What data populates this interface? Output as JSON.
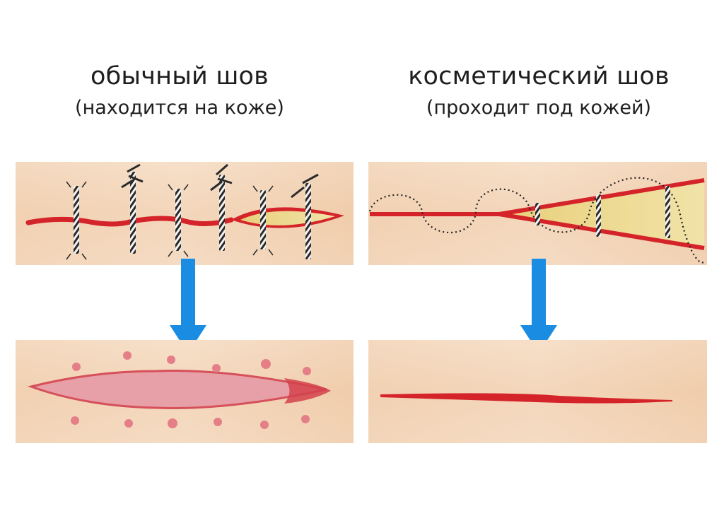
{
  "left": {
    "title": "обычный шов",
    "subtitle": "(находится на коже)"
  },
  "right": {
    "title": "косметический шов",
    "subtitle": "(проходит под кожей)"
  },
  "colors": {
    "skin": "#f2d2b4",
    "wound_red": "#d4242a",
    "scar_pink": "#e7a0a8",
    "fat_yellow": "#ecd98c",
    "arrow_blue": "#1a8de2",
    "thread_dark": "#2a2a2a"
  }
}
